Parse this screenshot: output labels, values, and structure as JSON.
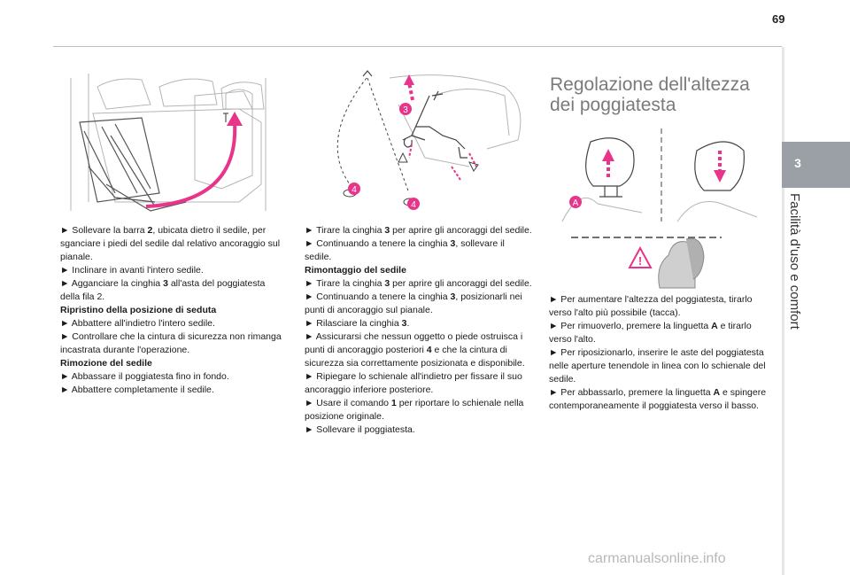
{
  "page": {
    "number": "69"
  },
  "sidebar": {
    "chapter_number": "3",
    "chapter_title": "Facilità d'uso e comfort"
  },
  "colors": {
    "accent_pink": "#e8348a",
    "sidebar_gray": "#9aa0a6",
    "title_gray": "#7a7a7a"
  },
  "figures": {
    "fig1": {
      "description_icon": "seat-fold-illustration"
    },
    "fig2": {
      "labels": [
        "3",
        "4",
        "4"
      ]
    },
    "fig3": {
      "labels": [
        "A"
      ]
    }
  },
  "col1": {
    "p1": "► Sollevare la barra ",
    "p1_b": "2",
    "p1_end": ", ubicata dietro il sedile, per sganciare i piedi del sedile dal relativo ancoraggio sul pianale.",
    "p2": "► Inclinare in avanti l'intero sedile.",
    "p3": "► Agganciare la cinghia ",
    "p3_b": "3",
    "p3_end": " all'asta del poggiatesta della fila 2.",
    "h1": "Ripristino della posizione di seduta",
    "p4": "► Abbattere all'indietro l'intero sedile.",
    "p5": "► Controllare che la cintura di sicurezza non rimanga incastrata durante l'operazione.",
    "h2": "Rimozione del sedile",
    "p6": "► Abbassare il poggiatesta fino in fondo.",
    "p7": "► Abbattere completamente il sedile."
  },
  "col2": {
    "p1": "► Tirare la cinghia ",
    "p1_b": "3",
    "p1_end": " per aprire gli ancoraggi del sedile.",
    "p2": "► Continuando a tenere la cinghia ",
    "p2_b": "3",
    "p2_end": ", sollevare il sedile.",
    "h1": "Rimontaggio del sedile",
    "p3": "► Tirare la cinghia ",
    "p3_b": "3",
    "p3_end": " per aprire gli ancoraggi del sedile.",
    "p4": "► Continuando a tenere la cinghia ",
    "p4_b": "3",
    "p4_end": ", posizionarli nei punti di ancoraggio sul pianale.",
    "p5": "► Rilasciare la cinghia ",
    "p5_b": "3",
    "p5_end": ".",
    "p6": "► Assicurarsi che nessun oggetto o piede ostruisca i punti di ancoraggio posteriori ",
    "p6_b": "4",
    "p6_end": " e che la cintura di sicurezza sia correttamente posizionata e disponibile.",
    "p7": "► Ripiegare lo schienale all'indietro per fissare il suo ancoraggio inferiore posteriore.",
    "p8": "► Usare il comando ",
    "p8_b": "1",
    "p8_end": " per riportare lo schienale nella posizione originale.",
    "p9": "► Sollevare il poggiatesta."
  },
  "col3": {
    "title": "Regolazione dell'altezza dei poggiatesta",
    "p1": "► Per aumentare l'altezza del poggiatesta, tirarlo verso l'alto più possibile (tacca).",
    "p2": "► Per rimuoverlo, premere la linguetta ",
    "p2_b": "A",
    "p2_end": " e tirarlo verso l'alto.",
    "p3": "► Per riposizionarlo, inserire le aste del poggiatesta nelle aperture tenendole in linea con lo schienale del sedile.",
    "p4": "► Per abbassarlo, premere la linguetta ",
    "p4_b": "A",
    "p4_end": " e spingere contemporaneamente il poggiatesta verso il basso."
  },
  "footer": {
    "watermark": "carmanualsonline.info"
  }
}
